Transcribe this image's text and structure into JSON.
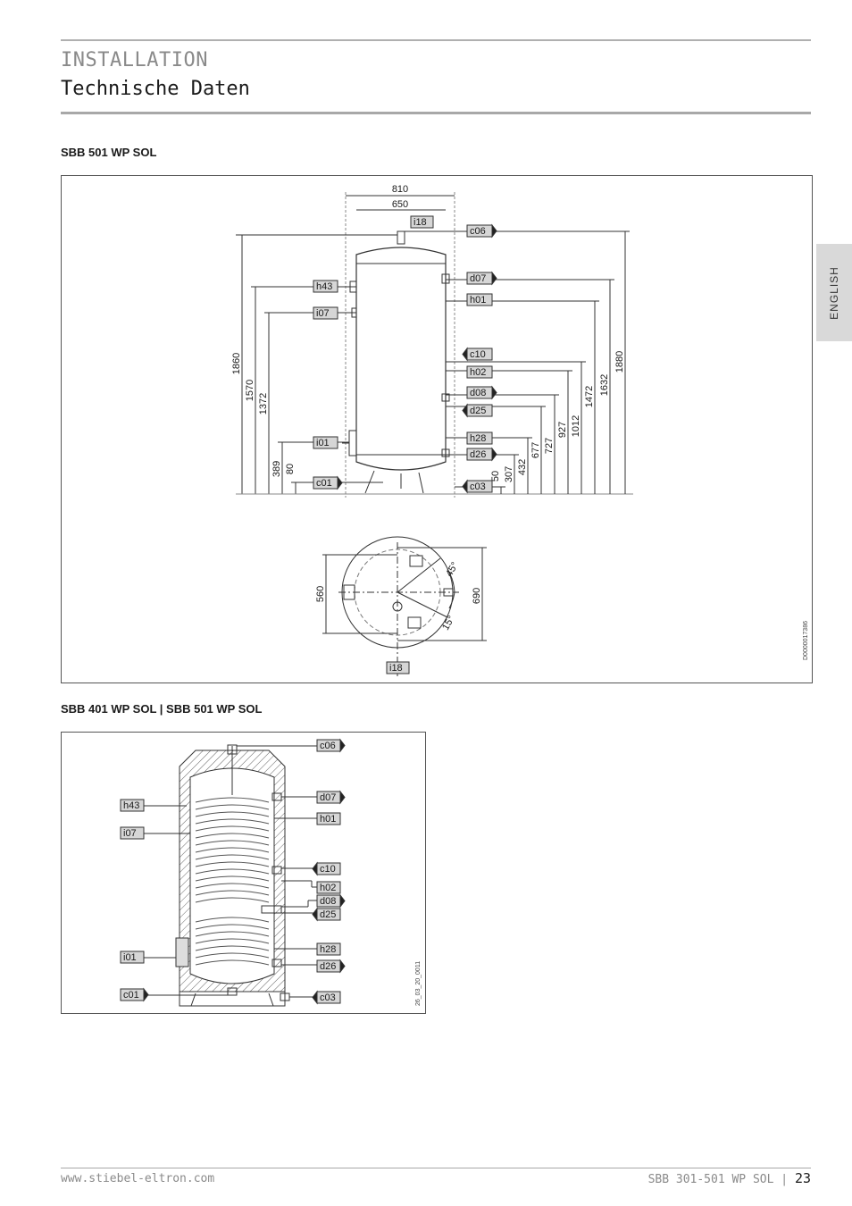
{
  "header": {
    "section": "INSTALLATION",
    "subsection": "Technische Daten"
  },
  "side_tab": {
    "label": "ENGLISH"
  },
  "figure1": {
    "heading": "SBB 501 WP SOL",
    "drawing_id": "D0000017386",
    "width_outer": "810",
    "width_inner": "650",
    "plan_left_dim": "560",
    "plan_right_dim": "690",
    "plan_angle_top": "45°",
    "plan_angle_bottom": "15°",
    "left_dims": [
      "1860",
      "1570",
      "1372",
      "389",
      "80"
    ],
    "right_dims": [
      "50",
      "307",
      "432",
      "677",
      "727",
      "927",
      "1012",
      "1472",
      "1632",
      "1880"
    ],
    "labels": {
      "i18": "i18",
      "c06": "c06",
      "h43": "h43",
      "d07": "d07",
      "i07": "i07",
      "h01": "h01",
      "c10": "c10",
      "h02": "h02",
      "d08": "d08",
      "d25": "d25",
      "h28": "h28",
      "i01": "i01",
      "d26": "d26",
      "c01": "c01",
      "c03": "c03"
    }
  },
  "figure2": {
    "heading": "SBB 401 WP SOL | SBB 501 WP SOL",
    "drawing_id": "26_03_20_0011",
    "labels": {
      "c06": "c06",
      "d07": "d07",
      "h43": "h43",
      "h01": "h01",
      "i07": "i07",
      "c10": "c10",
      "h02": "h02",
      "d08": "d08",
      "d25": "d25",
      "h28": "h28",
      "i01": "i01",
      "d26": "d26",
      "c01": "c01",
      "c03": "c03"
    }
  },
  "footer": {
    "url": "www.stiebel-eltron.com",
    "model": "SBB 301-501 WP SOL",
    "separator": "|",
    "page": "23"
  }
}
